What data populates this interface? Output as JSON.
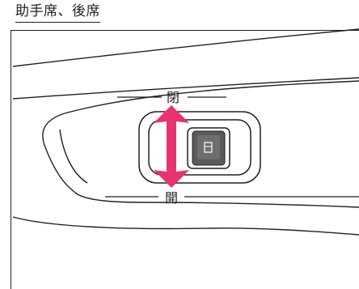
{
  "title": "助手席、後席",
  "labels": {
    "close": "閉",
    "open": "開"
  },
  "icons": {
    "window_switch": "power-window-switch-icon",
    "arrow": "double-headed-arrow-icon"
  },
  "colors": {
    "arrow": "#e8336d",
    "line": "#231f20",
    "switch_fill": "#5a5a5a"
  }
}
